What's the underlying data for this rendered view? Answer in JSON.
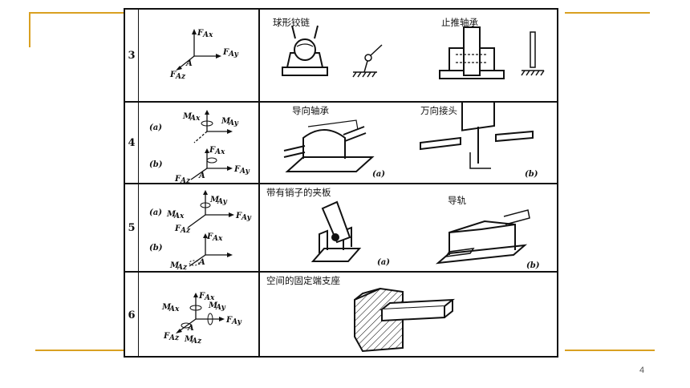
{
  "slide": {
    "page_number": "4",
    "accent_color": "#d9a021"
  },
  "rows": [
    {
      "number": "3",
      "symbol": {
        "forces": [
          "F",
          "F",
          "F"
        ],
        "force_subs": [
          "Ax",
          "Ay",
          "Az"
        ],
        "origin": "A"
      },
      "captions": [
        "球形铰链",
        "止推轴承"
      ],
      "sub_labels": []
    },
    {
      "number": "4",
      "symbol": {
        "variants": [
          "(a)",
          "(b)"
        ],
        "moments": [
          "M",
          "M"
        ],
        "moment_subs": [
          "Ax",
          "Ay"
        ],
        "forces": [
          "F",
          "F",
          "F"
        ],
        "force_subs": [
          "Ax",
          "Ay",
          "Az"
        ],
        "origin": "A"
      },
      "captions": [
        "导向轴承",
        "万向接头"
      ],
      "sub_labels": [
        "(a)",
        "(b)"
      ]
    },
    {
      "number": "5",
      "symbol": {
        "variants": [
          "(a)",
          "(b)"
        ],
        "moments": [
          "M",
          "M",
          "M"
        ],
        "moment_subs": [
          "Ax",
          "Ay",
          "Az"
        ],
        "forces": [
          "F",
          "F",
          "F"
        ],
        "force_subs": [
          "Ax",
          "Ay",
          "Az"
        ],
        "origin": "A"
      },
      "captions": [
        "带有销子的夹板",
        "导轨"
      ],
      "sub_labels": [
        "(a)",
        "(b)"
      ]
    },
    {
      "number": "6",
      "symbol": {
        "moments": [
          "M",
          "M",
          "M"
        ],
        "moment_subs": [
          "Ax",
          "Ay",
          "Az"
        ],
        "forces": [
          "F",
          "F",
          "F"
        ],
        "force_subs": [
          "Ax",
          "Ay",
          "Az"
        ],
        "origin": "A"
      },
      "captions": [
        "空间的固定端支座"
      ],
      "sub_labels": []
    }
  ]
}
